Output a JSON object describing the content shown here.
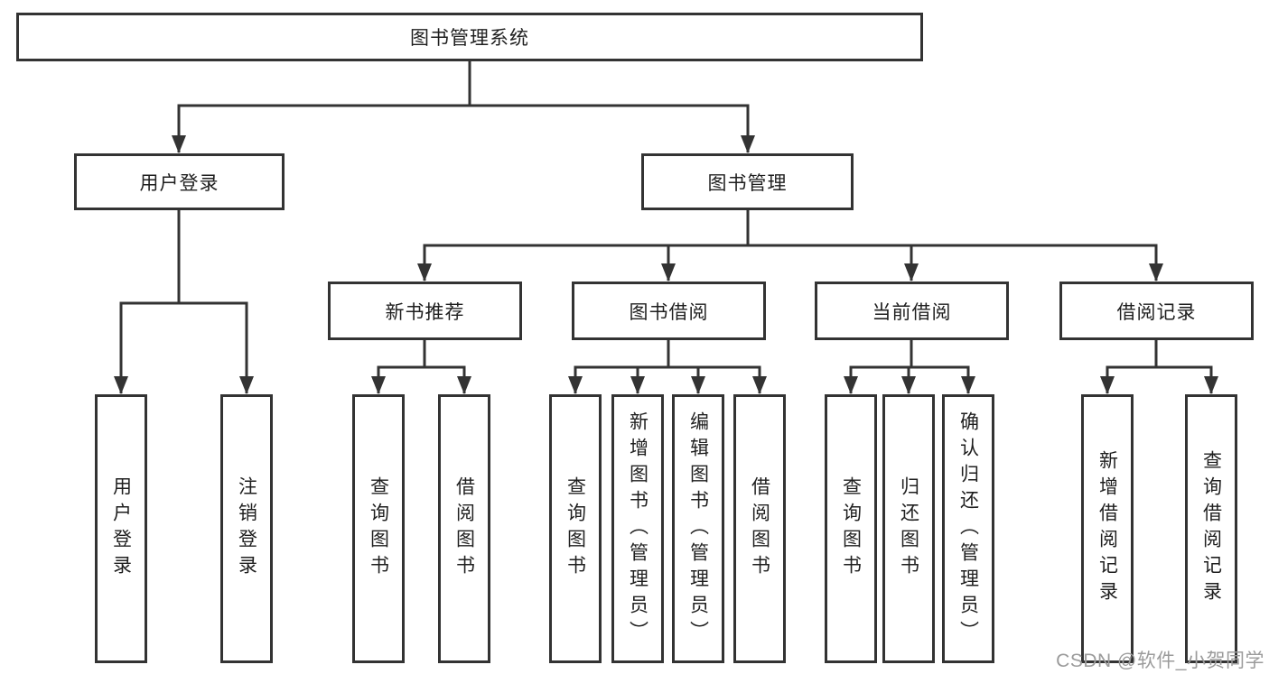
{
  "tree": {
    "label": "图书管理系统",
    "children": [
      {
        "label": "用户登录",
        "children": [
          {
            "label": "用户登录"
          },
          {
            "label": "注销登录"
          }
        ]
      },
      {
        "label": "图书管理",
        "children": [
          {
            "label": "新书推荐",
            "children": [
              {
                "label": "查询图书"
              },
              {
                "label": "借阅图书"
              }
            ]
          },
          {
            "label": "图书借阅",
            "children": [
              {
                "label": "查询图书"
              },
              {
                "label": "新增图书（管理员）"
              },
              {
                "label": "编辑图书（管理员）"
              },
              {
                "label": "借阅图书"
              }
            ]
          },
          {
            "label": "当前借阅",
            "children": [
              {
                "label": "查询图书"
              },
              {
                "label": "归还图书"
              },
              {
                "label": "确认归还（管理员）"
              }
            ]
          },
          {
            "label": "借阅记录",
            "children": [
              {
                "label": "新增借阅记录"
              },
              {
                "label": "查询借阅记录"
              }
            ]
          }
        ]
      }
    ]
  },
  "watermark": "CSDN @软件_小贺同学",
  "colors": {
    "line": "#333333",
    "box_border": "#333333",
    "text": "#1f1f1f",
    "background": "#ffffff",
    "watermark": "#9b9b9b"
  }
}
